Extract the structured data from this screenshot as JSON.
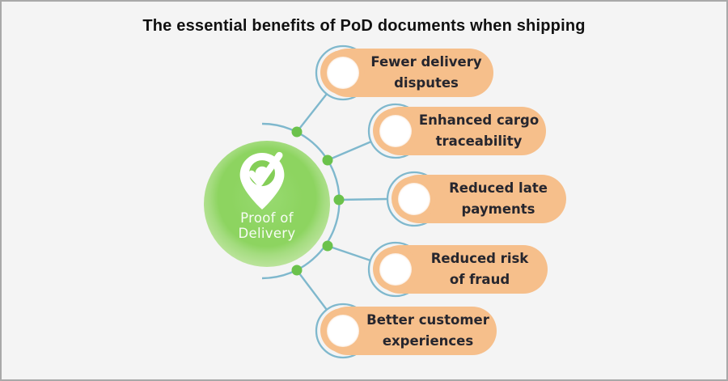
{
  "title": "The essential benefits of PoD documents when shipping",
  "center_node": {
    "line1": "Proof of",
    "line2": "Delivery",
    "icon": "location-pin-check-icon"
  },
  "benefits": [
    {
      "line1": "Fewer delivery",
      "line2": "disputes"
    },
    {
      "line1": "Enhanced cargo",
      "line2": "traceability"
    },
    {
      "line1": "Reduced late",
      "line2": "payments"
    },
    {
      "line1": "Reduced risk",
      "line2": "of fraud"
    },
    {
      "line1": "Better customer",
      "line2": "experiences"
    }
  ],
  "colors": {
    "pill_fill": "#F6BF8B",
    "connector_blue": "#7FB8CD",
    "node_dot_green": "#6BC24B",
    "center_green": "#8DD460",
    "center_halo": "#D6EEC1",
    "label_text": "#26262E",
    "title_text": "#111111",
    "background": "#F4F4F4",
    "frame_gray": "#A9A9A9"
  }
}
